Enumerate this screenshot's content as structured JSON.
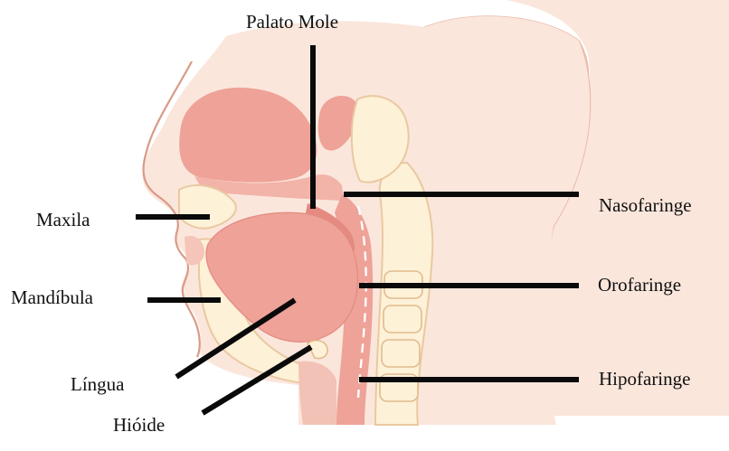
{
  "diagram": {
    "labels": {
      "palato_mole": "Palato Mole",
      "maxila": "Maxila",
      "nasofaringe": "Nasofaringe",
      "mandibula": "Mandíbula",
      "orofaringe": "Orofaringe",
      "lingua": "Língua",
      "hipofaringe": "Hipofaringe",
      "hioide": "Hióide"
    },
    "colors": {
      "skin": "#fbe6dc",
      "skin_outline": "#e8b9a6",
      "tissue": "#eea298",
      "tissue_dark": "#e48a80",
      "bone": "#fdf1d8",
      "bone_outline": "#e9c9a0",
      "leader": "#0a0a0a",
      "text": "#111111"
    }
  }
}
